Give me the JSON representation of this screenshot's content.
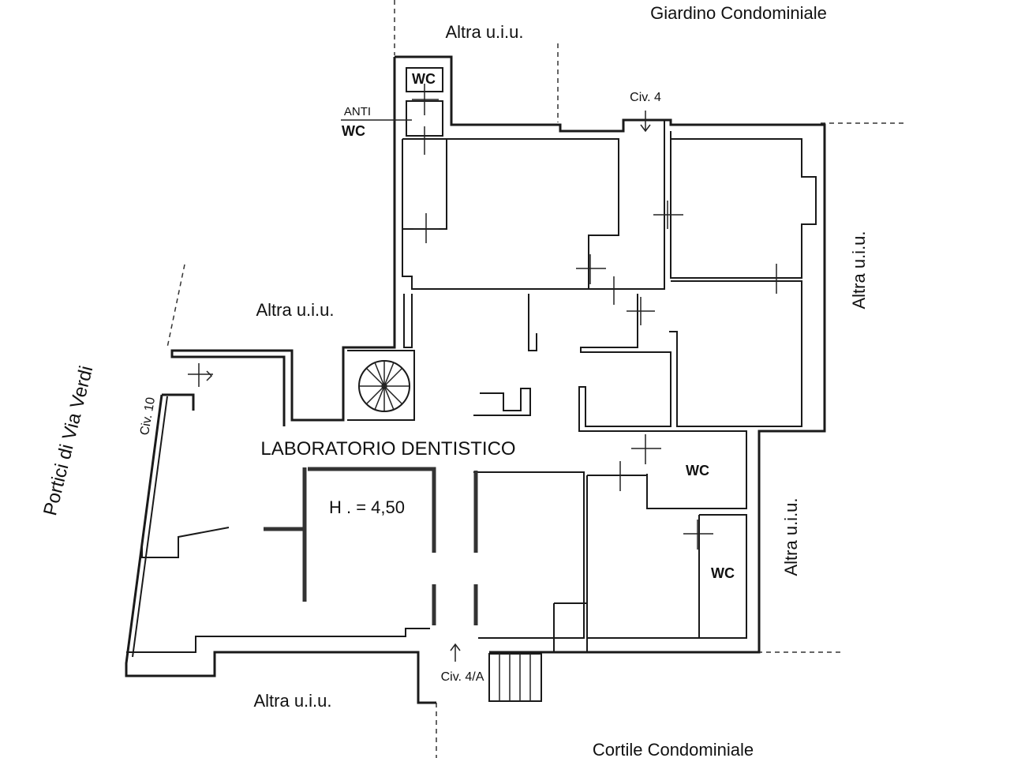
{
  "plan": {
    "surroundings": {
      "north_garden": "Giardino  Condominiale",
      "north_neighbor": "Altra u.i.u.",
      "west_neighbor": "Altra u.i.u.",
      "east_neighbor_upper": "Altra u.i.u.",
      "east_neighbor_lower": "Altra u.i.u.",
      "south_neighbor": "Altra u.i.u.",
      "south_courtyard": "Cortile  Condominiale",
      "street": "Portici  di  Via  Verdi"
    },
    "main_room": {
      "name": "LABORATORIO DENTISTICO",
      "height": "H . = 4,50"
    },
    "rooms": {
      "wc_top": "WC",
      "antiwc_line1": "ANTI",
      "antiwc_line2": "WC",
      "wc_mid": "WC",
      "wc_lower": "WC"
    },
    "entrances": {
      "civ_4": "Civ. 4",
      "civ_10": "Civ. 10",
      "civ_4a": "Civ. 4/A"
    }
  }
}
